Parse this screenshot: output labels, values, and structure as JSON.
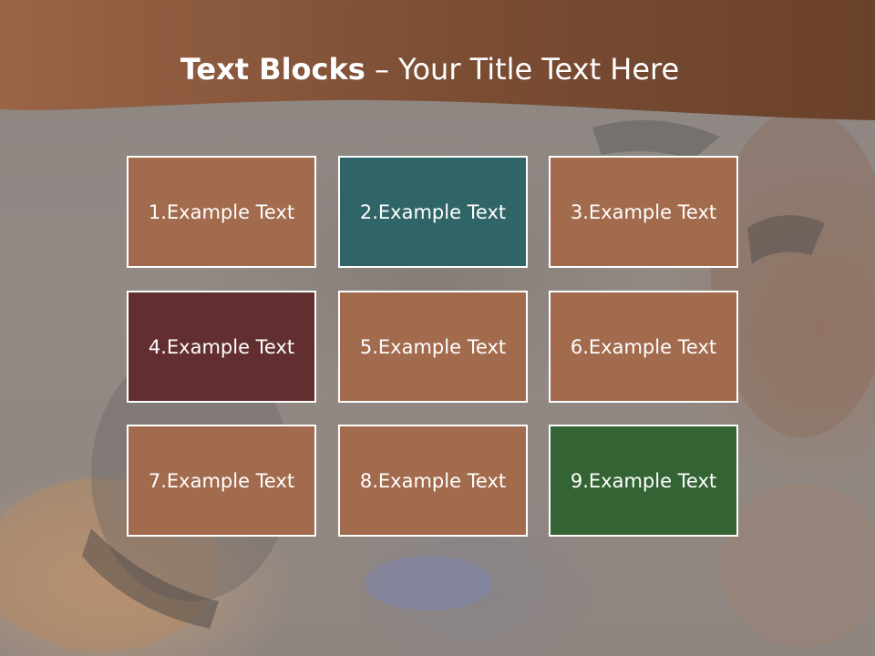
{
  "slide": {
    "title_bold": "Text Blocks",
    "title_dash": " – ",
    "title_rest": "Your Title Text Here"
  },
  "blocks": [
    {
      "label": "1.Example Text",
      "color": "#a26b4d"
    },
    {
      "label": "2.Example Text",
      "color": "#2f6566"
    },
    {
      "label": "3.Example Text",
      "color": "#a26b4d"
    },
    {
      "label": "4.Example Text",
      "color": "#622e2f"
    },
    {
      "label": "5.Example Text",
      "color": "#a26b4d"
    },
    {
      "label": "6.Example Text",
      "color": "#a26b4d"
    },
    {
      "label": "7.Example Text",
      "color": "#a26b4d"
    },
    {
      "label": "8.Example Text",
      "color": "#a26b4d"
    },
    {
      "label": "9.Example Text",
      "color": "#346434"
    }
  ],
  "colors": {
    "header_band": "#7c4e34",
    "block_border": "#ffffff"
  }
}
